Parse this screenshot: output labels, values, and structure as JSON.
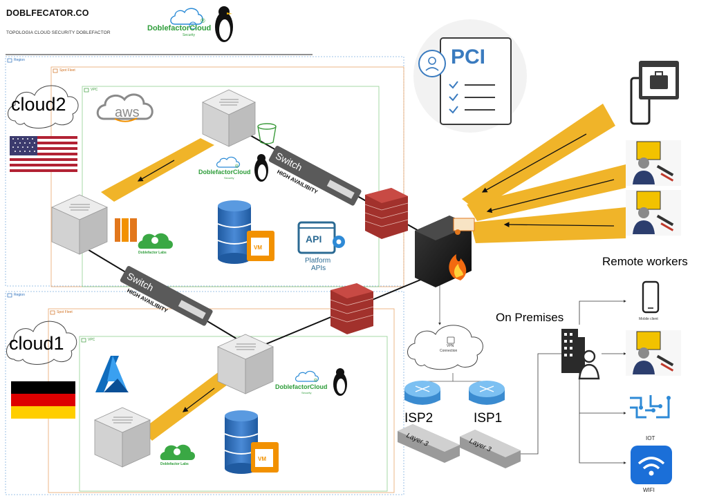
{
  "header": {
    "company": "DOBLFECATOR.CO",
    "subtitle": "TOPOLOGIA CLOUD SECURITY DOBLEFACTOR"
  },
  "branding": {
    "logo_cloud": "DoblefactorCloud",
    "logo_cloud_sub": "Security",
    "logo_labs": "Doblefactor Labs",
    "registered": "®"
  },
  "zones": {
    "region": "Region",
    "spot_fleet": "Spot Fleet",
    "vpc": "VPC"
  },
  "clouds": {
    "top": {
      "name": "cloud2",
      "provider_icon": "aws-logo-icon",
      "flag": "usa-flag-icon",
      "aws_text": "aws"
    },
    "bottom": {
      "name": "cloud1",
      "provider_icon": "azure-logo-icon",
      "flag": "germany-flag-icon"
    }
  },
  "switches": [
    {
      "label": "Switch",
      "caption": "HIGH AVAILIBITY"
    },
    {
      "label": "Switch",
      "caption": "HIGH AVAILIBITY"
    }
  ],
  "vm_badge": "VM",
  "api": {
    "badge": "API",
    "line1": "Platform",
    "line2": "APIs"
  },
  "pci": {
    "badge": "PCI"
  },
  "vpn": {
    "line1": "VPN",
    "line2": "Connection"
  },
  "isps": [
    {
      "label": "ISP2"
    },
    {
      "label": "ISP1"
    }
  ],
  "layer3": [
    {
      "label": "Layer 3"
    },
    {
      "label": "Layer 3"
    }
  ],
  "remote_workers": "Remote workers",
  "on_premises": "On Premises",
  "premises_devices": {
    "mobile": "Mobile client",
    "iot": "IOT",
    "wifi": "WIFI"
  },
  "colors": {
    "accent_orange": "#f0b429",
    "firewall_red": "#b8322e",
    "region_blue": "#4a90d9",
    "spot_orange": "#e08a3c",
    "vpc_green": "#4caf50",
    "server_gray": "#d6d6d6",
    "db_blue": "#2e6eb5",
    "azure_blue": "#0f6cbd",
    "wifi_blue": "#1b6fd8",
    "brand_green": "#2e9d3a"
  }
}
